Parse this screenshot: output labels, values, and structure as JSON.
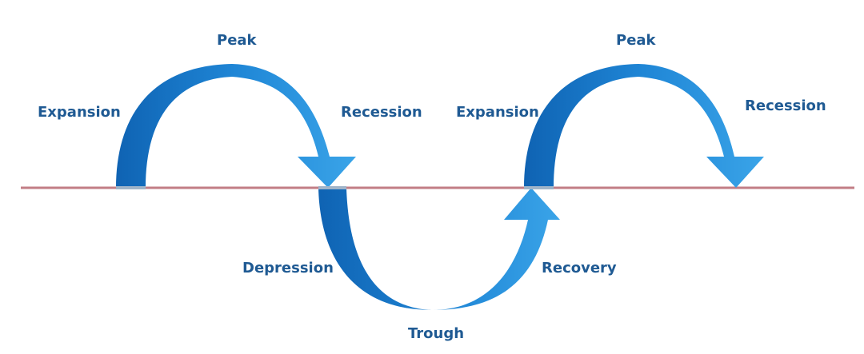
{
  "colors": {
    "arrow_light": "#3aa4e8",
    "arrow_mid": "#1f86d6",
    "arrow_dark": "#0f63b3",
    "baseline": "#c27e86",
    "label": "#1f5a93"
  },
  "labels": {
    "peak_1": "Peak",
    "expansion_1": "Expansion",
    "recession_1": "Recession",
    "expansion_2": "Expansion",
    "peak_2": "Peak",
    "recession_2": "Recession",
    "depression": "Depression",
    "recovery": "Recovery",
    "trough": "Trough"
  }
}
